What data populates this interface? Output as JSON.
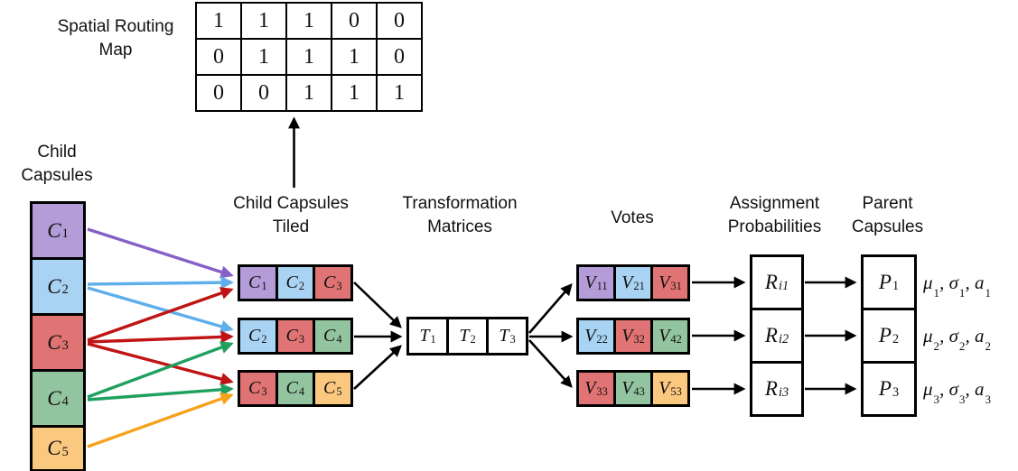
{
  "colors": {
    "purple": "#b49cd9",
    "blue": "#a9d3f3",
    "red": "#e07373",
    "green": "#93c4a0",
    "orange": "#fbc87f",
    "arrowPurple": "#8660c6",
    "arrowBlue": "#5fafea",
    "arrowRed": "#c01414",
    "arrowGreen": "#1fa05e",
    "arrowOrange": "#f6a21b",
    "line": "#000000"
  },
  "spatial_map": {
    "label": [
      "Spatial Routing",
      "Map"
    ],
    "rows": [
      [
        "1",
        "1",
        "1",
        "0",
        "0"
      ],
      [
        "0",
        "1",
        "1",
        "1",
        "0"
      ],
      [
        "0",
        "0",
        "1",
        "1",
        "1"
      ]
    ]
  },
  "child_capsules": {
    "label": [
      "Child",
      "Capsules"
    ],
    "items": [
      {
        "base": "C",
        "sub": "1",
        "color": "purple"
      },
      {
        "base": "C",
        "sub": "2",
        "color": "blue"
      },
      {
        "base": "C",
        "sub": "3",
        "color": "red"
      },
      {
        "base": "C",
        "sub": "4",
        "color": "green"
      },
      {
        "base": "C",
        "sub": "5",
        "color": "orange"
      }
    ]
  },
  "tiled": {
    "label": [
      "Child Capsules",
      "Tiled"
    ],
    "rows": [
      [
        {
          "base": "C",
          "sub": "1",
          "color": "purple"
        },
        {
          "base": "C",
          "sub": "2",
          "color": "blue"
        },
        {
          "base": "C",
          "sub": "3",
          "color": "red"
        }
      ],
      [
        {
          "base": "C",
          "sub": "2",
          "color": "blue"
        },
        {
          "base": "C",
          "sub": "3",
          "color": "red"
        },
        {
          "base": "C",
          "sub": "4",
          "color": "green"
        }
      ],
      [
        {
          "base": "C",
          "sub": "3",
          "color": "red"
        },
        {
          "base": "C",
          "sub": "4",
          "color": "green"
        },
        {
          "base": "C",
          "sub": "5",
          "color": "orange"
        }
      ]
    ]
  },
  "transformation": {
    "label": [
      "Transformation",
      "Matrices"
    ],
    "cells": [
      {
        "base": "T",
        "sub": "1"
      },
      {
        "base": "T",
        "sub": "2"
      },
      {
        "base": "T",
        "sub": "3"
      }
    ]
  },
  "votes": {
    "label": "Votes",
    "rows": [
      [
        {
          "base": "V",
          "sub": "11",
          "color": "purple"
        },
        {
          "base": "V",
          "sub": "21",
          "color": "blue"
        },
        {
          "base": "V",
          "sub": "31",
          "color": "red"
        }
      ],
      [
        {
          "base": "V",
          "sub": "22",
          "color": "blue"
        },
        {
          "base": "V",
          "sub": "32",
          "color": "red"
        },
        {
          "base": "V",
          "sub": "42",
          "color": "green"
        }
      ],
      [
        {
          "base": "V",
          "sub": "33",
          "color": "red"
        },
        {
          "base": "V",
          "sub": "43",
          "color": "green"
        },
        {
          "base": "V",
          "sub": "53",
          "color": "orange"
        }
      ]
    ]
  },
  "assignment": {
    "label": [
      "Assignment",
      "Probabilities"
    ],
    "cells": [
      {
        "base": "R",
        "sub": "i1"
      },
      {
        "base": "R",
        "sub": "i2"
      },
      {
        "base": "R",
        "sub": "i3"
      }
    ]
  },
  "parent": {
    "label": [
      "Parent",
      "Capsules"
    ],
    "cells": [
      {
        "base": "P",
        "sub": "1"
      },
      {
        "base": "P",
        "sub": "2"
      },
      {
        "base": "P",
        "sub": "3"
      }
    ],
    "outputs": [
      [
        {
          "base": "μ",
          "sub": "1"
        },
        {
          "base": ", σ",
          "sub": "1"
        },
        {
          "base": ", a",
          "sub": "1"
        }
      ],
      [
        {
          "base": "μ",
          "sub": "2"
        },
        {
          "base": ", σ",
          "sub": "2"
        },
        {
          "base": ", a",
          "sub": "2"
        }
      ],
      [
        {
          "base": "μ",
          "sub": "3"
        },
        {
          "base": ", σ",
          "sub": "3"
        },
        {
          "base": ", a",
          "sub": "3"
        }
      ]
    ]
  }
}
